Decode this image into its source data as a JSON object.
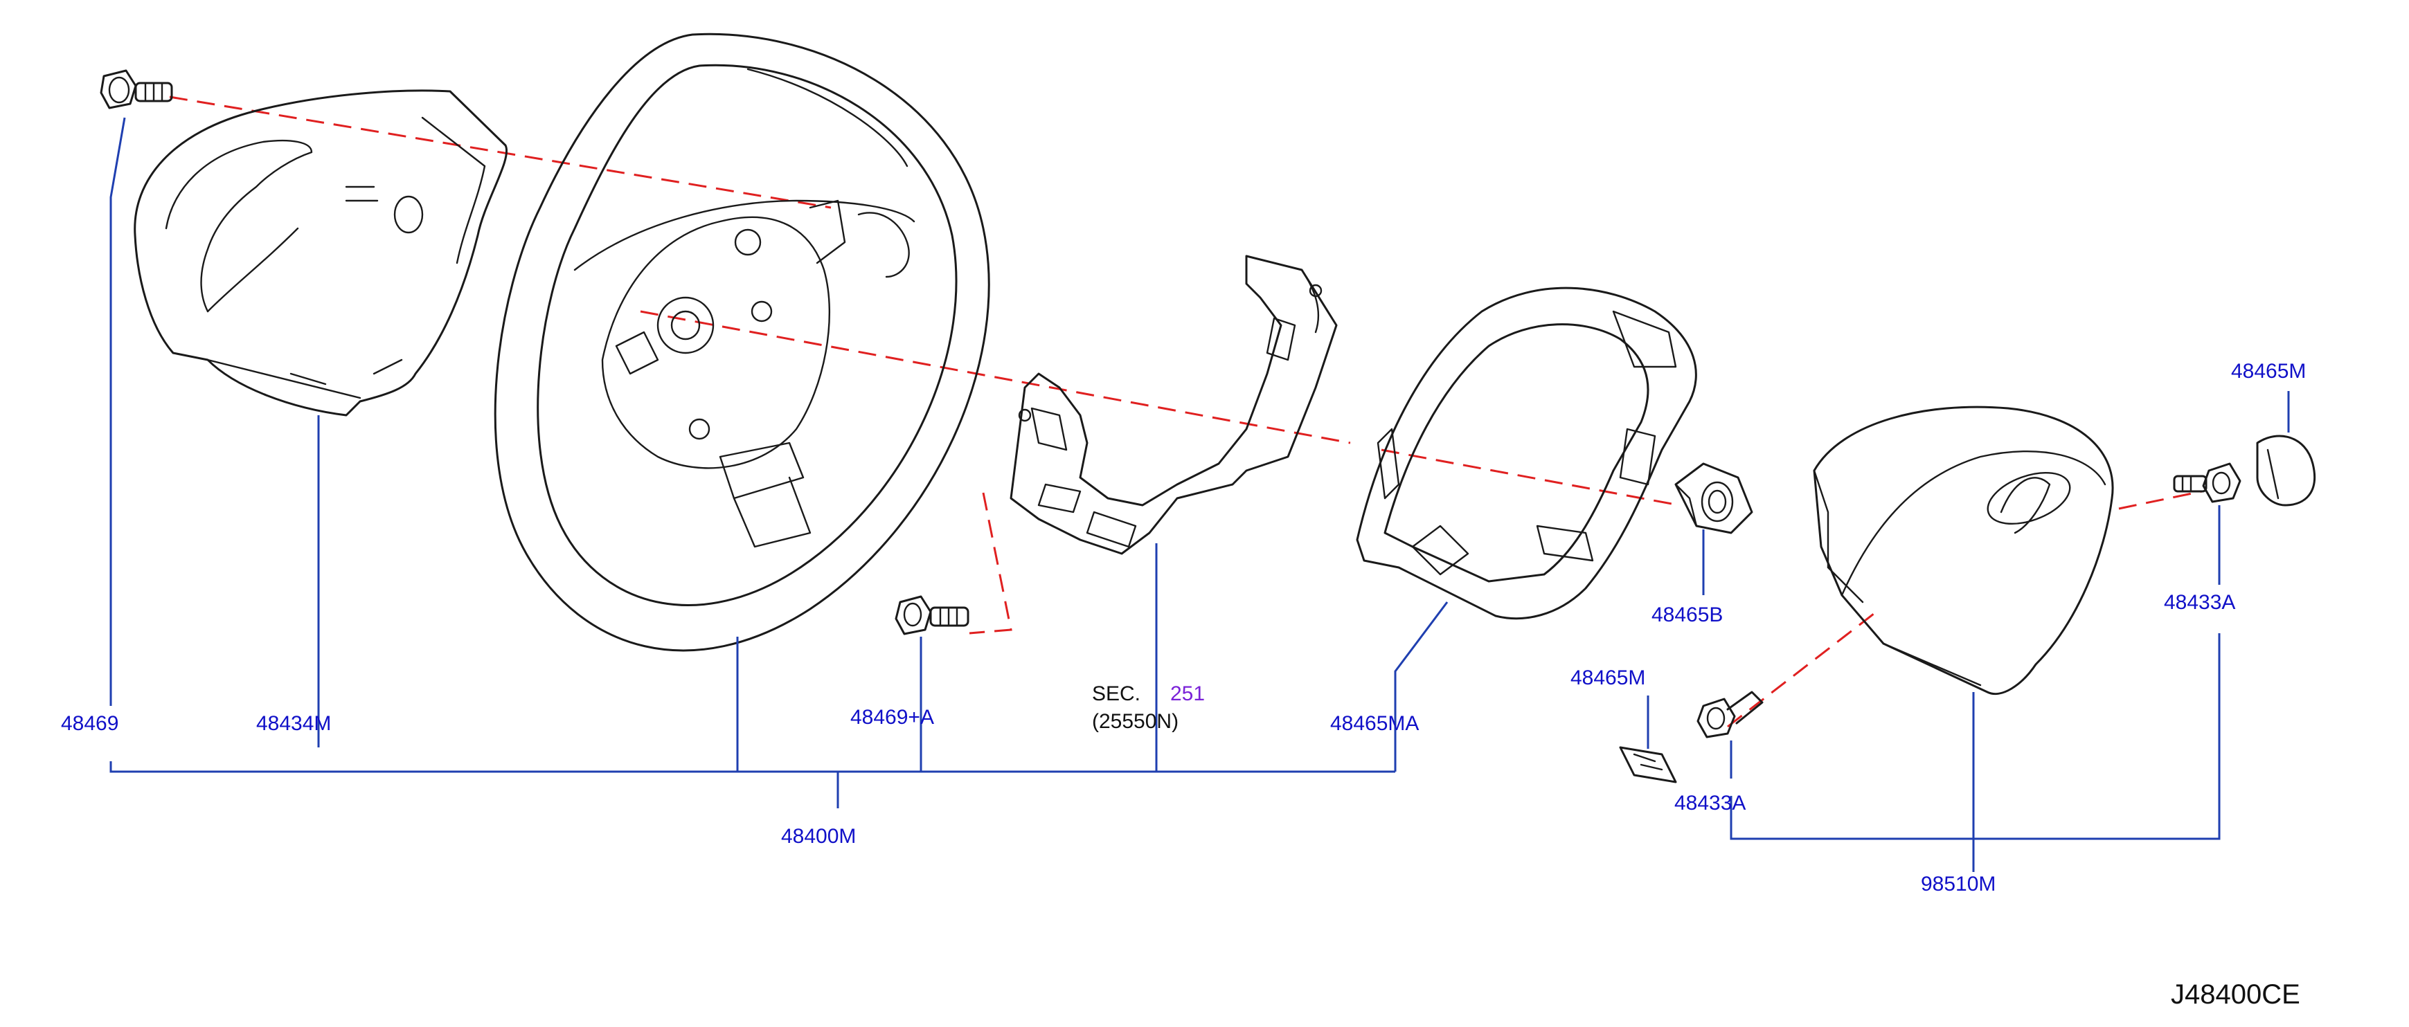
{
  "diagram": {
    "labels": {
      "p48469": "48469",
      "p48434M": "48434M",
      "p48469A": "48469+A",
      "sec_prefix": "SEC.",
      "sec_number": "251",
      "sec_sub": "(25550N)",
      "p48465MA": "48465MA",
      "p48465B": "48465B",
      "p48465M_top": "48465M",
      "p48465M_low": "48465M",
      "p48433A_right": "48433A",
      "p48433A_low": "48433A",
      "p48400M": "48400M",
      "p98510M": "98510M"
    },
    "diagram_code": "J48400CE"
  },
  "colors": {
    "part_code": "#1010c8",
    "leader_line": "#1f3fb0",
    "dashed_assembly_line": "#e02020",
    "section_number": "#7a22d8",
    "outline": "#1a1a1a"
  }
}
